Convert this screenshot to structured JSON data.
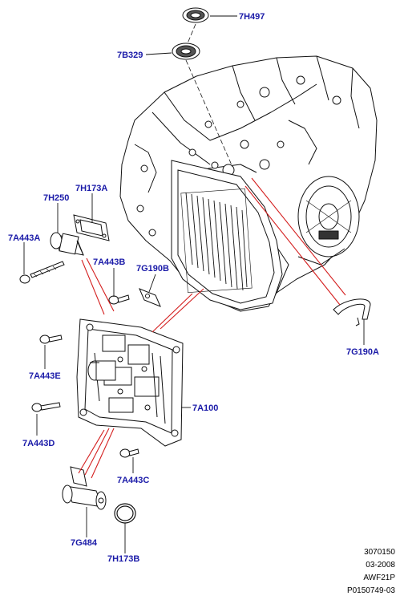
{
  "colors": {
    "callout_text": "#1a1aa8",
    "line": "#111111",
    "highlight": "#d42020"
  },
  "labels": {
    "7H497": "7H497",
    "7B329": "7B329",
    "7H250": "7H250",
    "7H173A": "7H173A",
    "7A443A": "7A443A",
    "7A443B": "7A443B",
    "7G190B": "7G190B",
    "7G190A": "7G190A",
    "7A443E": "7A443E",
    "7A100": "7A100",
    "7A443D": "7A443D",
    "7A443C": "7A443C",
    "7G484": "7G484",
    "7H173B": "7H173B"
  },
  "reference": {
    "code": "3070150",
    "date": "03-2008",
    "model": "AWF21P",
    "part_no": "P0150749-03"
  }
}
